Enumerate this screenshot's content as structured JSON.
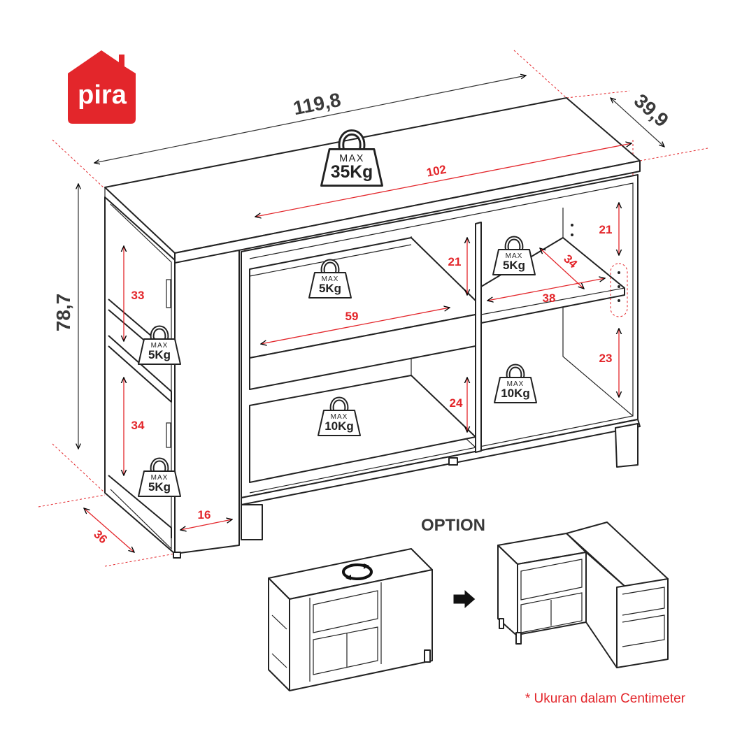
{
  "brand": {
    "logo_text": "pira",
    "color": "#e3262b"
  },
  "dimensions": {
    "width": "119,8",
    "depth": "39,9",
    "height": "78,7",
    "inner_width": "102",
    "shelf_top_height": "21",
    "shelf_right_top_height": "21",
    "right_shelf_depth": "34",
    "right_shelf_width": "38",
    "drawer_width": "59",
    "lower_left_height": "24",
    "lower_right_height": "23",
    "side_upper_height": "33",
    "side_lower_height": "34",
    "side_width": "16",
    "side_depth": "36"
  },
  "weights": {
    "max_label": "MAX",
    "top": "35Kg",
    "left_shelf": "5Kg",
    "right_shelf": "5Kg",
    "side_upper": "5Kg",
    "side_lower": "5Kg",
    "lower_left": "10Kg",
    "lower_right": "10Kg"
  },
  "option": {
    "title": "OPTION"
  },
  "footnote": "* Ukuran dalam Centimeter"
}
